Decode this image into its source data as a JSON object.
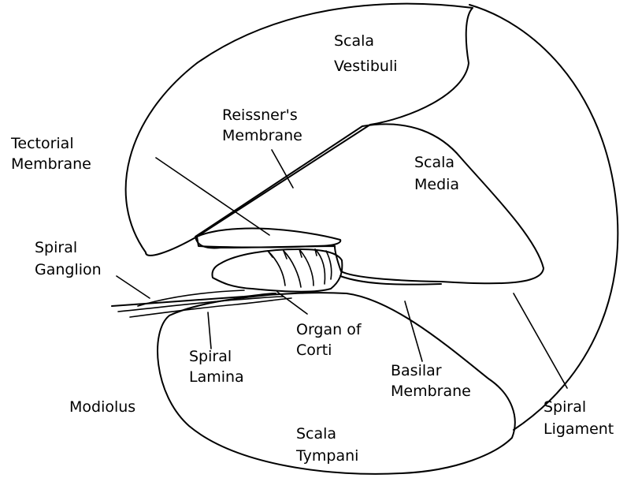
{
  "labels": {
    "scala_vestibuli": [
      "Scala",
      "Vestibuli"
    ],
    "reissners_membrane": [
      "Reissner's",
      "Membrane"
    ],
    "tectorial_membrane": [
      "Tectorial",
      "Membrane"
    ],
    "scala_media": [
      "Scala",
      "Media"
    ],
    "spiral_ganglion": [
      "Spiral",
      "Ganglion"
    ],
    "organ_of_corti": [
      "Organ of",
      "Corti"
    ],
    "spiral_lamina": [
      "Spiral",
      "Lamina"
    ],
    "basilar_membrane": [
      "Basilar",
      "Membrane"
    ],
    "modiolus": [
      "Modiolus"
    ],
    "spiral_ligament": [
      "Spiral",
      "Ligament"
    ],
    "scala_tympani": [
      "Scala",
      "Tympani"
    ]
  }
}
